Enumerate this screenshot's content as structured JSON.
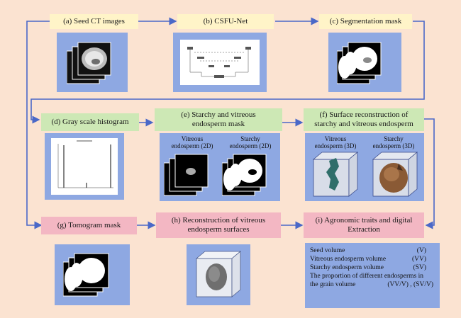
{
  "nodes": {
    "a": "(a) Seed CT images",
    "b": "(b) CSFU-Net",
    "c": "(c) Segmentation mask",
    "d": "(d) Gray scale histogram",
    "e_line1": "(e) Starchy and vitreous",
    "e_line2": "endosperm mask",
    "f_line1": "(f) Surface reconstruction of",
    "f_line2": "starchy and vitreous endosperm",
    "g": "(g) Tomogram mask",
    "h_line1": "(h) Reconstruction of  vitreous",
    "h_line2": "endosperm surfaces",
    "i_line1": "(i) Agronomic traits and digital",
    "i_line2": "Extraction"
  },
  "panel_labels": {
    "e_vitreous_1": "Vitreous",
    "e_vitreous_2": "endosperm (2D)",
    "e_starchy_1": "Starchy",
    "e_starchy_2": "endosperm (2D)",
    "f_vitreous_1": "Vitreous",
    "f_vitreous_2": "endosperm (3D)",
    "f_starchy_1": "Starchy",
    "f_starchy_2": "endosperm (3D)"
  },
  "traits": [
    {
      "name": "Seed volume",
      "abbr": "(V)"
    },
    {
      "name": "Vitreous endosperm volume",
      "abbr": "(VV)"
    },
    {
      "name": "Starchy endosperm volume",
      "abbr": "(SV)"
    }
  ],
  "traits_extra": {
    "line1": "The proportion of different endosperms in",
    "line2_left": "the grain volume",
    "line2_right": "(VV/V) , (SV/V)"
  },
  "colors": {
    "background": "#fbe3d1",
    "yellow_box": "#fff4c8",
    "green_box": "#cde8b5",
    "pink_box": "#f3b7c3",
    "panel_blue": "#8ea8e2",
    "arrow": "#4a68c8"
  }
}
